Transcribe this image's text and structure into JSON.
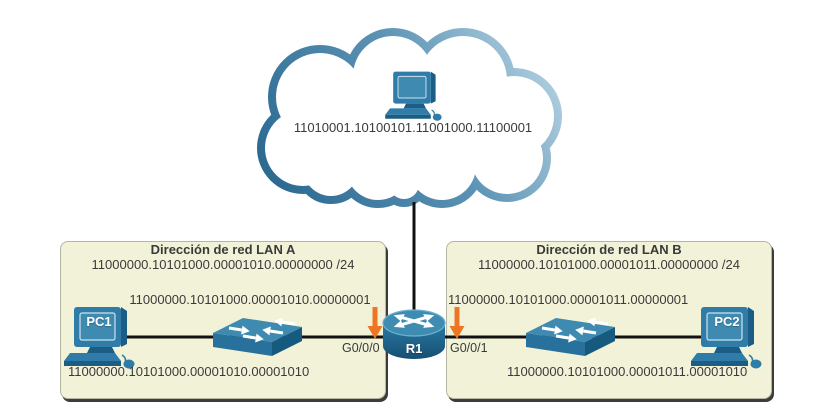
{
  "cloud": {
    "address": "11010001.10100101.11001000.11100001",
    "icon": "internet-computer-icon"
  },
  "router": {
    "name": "R1",
    "left_interface": "G0/0/0",
    "right_interface": "G0/0/1",
    "icon": "router-icon"
  },
  "lan_a": {
    "title": "Dirección de red LAN A",
    "network": "11000000.10101000.00001010.00000000 /24",
    "interface_address": "11000000.10101000.00001010.00000001",
    "pc_name": "PC1",
    "pc_address": "11000000.10101000.00001010.00001010",
    "switch_icon": "switch-icon",
    "pc_icon": "pc-icon"
  },
  "lan_b": {
    "title": "Dirección de red LAN B",
    "network": "11000000.10101000.00001011.00000000 /24",
    "interface_address": "11000000.10101000.00001011.00000001",
    "pc_name": "PC2",
    "pc_address": "11000000.10101000.00001011.00001010",
    "switch_icon": "switch-icon",
    "pc_icon": "pc-icon"
  },
  "colors": {
    "lan_box_fill": "#f2f2d8",
    "lan_box_border": "#b5b5a3",
    "lan_box_shadow": "#3c3c38",
    "interface_arrow_orange": "#ee7623",
    "device_blue": "#2e7ca7",
    "device_blue_dark": "#1b5d84",
    "cloud_stroke_dark": "#2c6a92",
    "cloud_stroke_light": "#b6d3e3",
    "link_line": "#111111",
    "text": "#3a3a3a"
  }
}
